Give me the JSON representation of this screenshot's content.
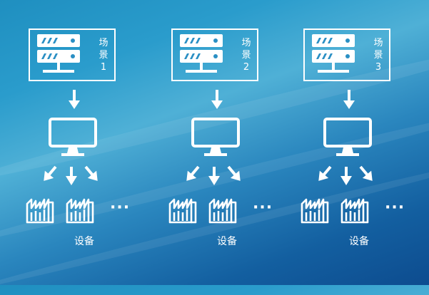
{
  "scenes": [
    {
      "label": [
        "场",
        "景",
        "1"
      ],
      "device_label": "设备",
      "more": "···"
    },
    {
      "label": [
        "场",
        "景",
        "2"
      ],
      "device_label": "设备",
      "more": "···"
    },
    {
      "label": [
        "场",
        "景",
        "3"
      ],
      "device_label": "设备",
      "more": "···"
    }
  ],
  "colors": {
    "foreground": "#ffffff",
    "background_top": "#2a9ccc",
    "background_bottom": "#0d4c8f"
  }
}
